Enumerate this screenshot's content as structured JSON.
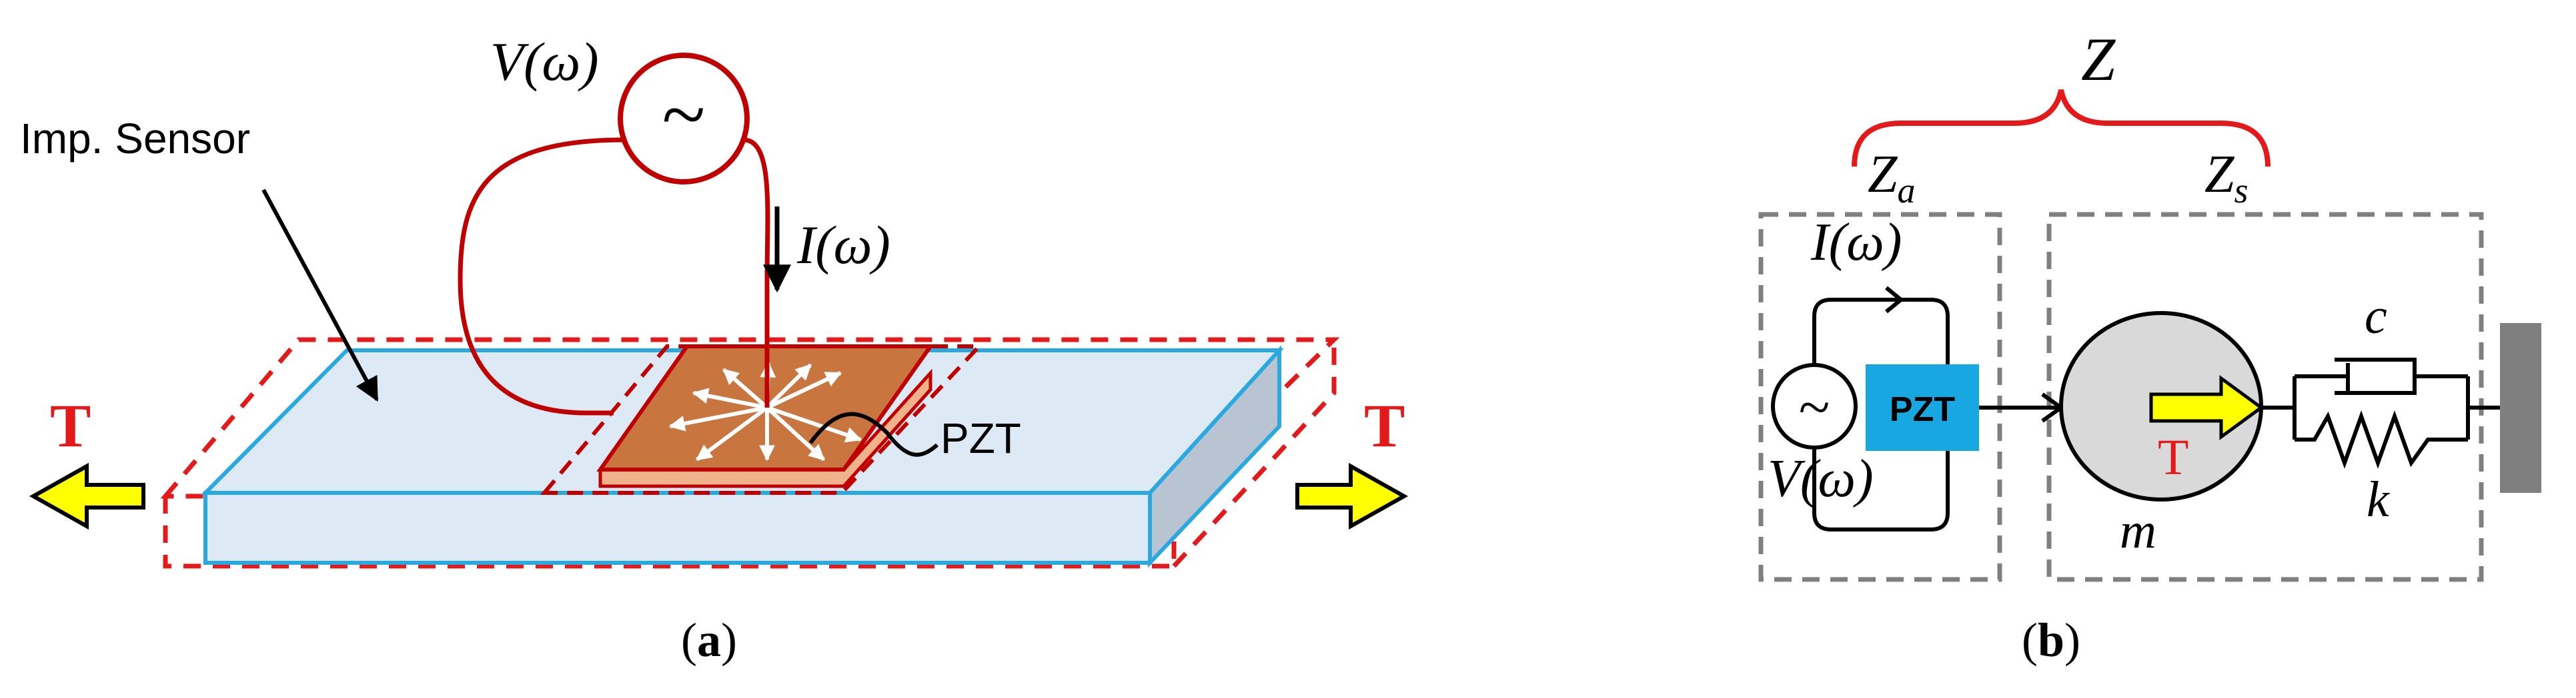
{
  "panel_a": {
    "caption_open": "(",
    "caption_letter": "a",
    "caption_close": ")",
    "source_label": "V(ω)",
    "source_symbol": "~",
    "current_label": "I(ω)",
    "sensor_label": "Imp. Sensor",
    "pzt_label": "PZT",
    "tension_left": "T",
    "tension_right": "T"
  },
  "panel_b": {
    "caption_open": "(",
    "caption_letter": "b",
    "caption_close": ")",
    "z_main": "Z",
    "z_a": "Z",
    "z_a_sub": "a",
    "z_s": "Z",
    "z_s_sub": "s",
    "current_label": "I(ω)",
    "source_label": "V(ω)",
    "pzt_label": "PZT",
    "tension": "T",
    "mass": "m",
    "damper": "c",
    "spring": "k"
  },
  "colors": {
    "red": "#c00000",
    "dashed_red": "#e41a1a",
    "plate_fill": "#dde9f4",
    "plate_edge": "#2aa8e0",
    "pzt_fill": "#c8753f",
    "pzt_block": "#19a7e2",
    "arrow_yellow": "#ffff00",
    "dashed_gray": "#7f7f7f",
    "mass_fill": "#d9d9d9",
    "wall": "#7f7f7f"
  }
}
